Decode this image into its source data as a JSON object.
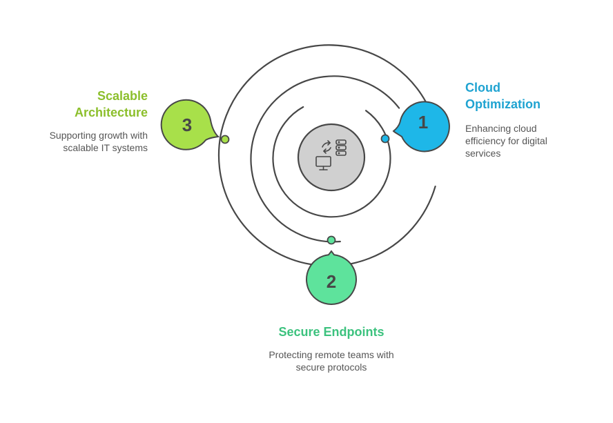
{
  "colors": {
    "cloud": "#1eb7e8",
    "cloud_text": "#1fa3d1",
    "endpoint": "#5ee39c",
    "endpoint_text": "#3cc27e",
    "scalable": "#a8e04a",
    "scalable_text": "#8cbf2c",
    "ring": "#474747",
    "center_fill": "#d0d0d0"
  },
  "icons": {
    "center": "sync-server-monitor-icon"
  },
  "items": [
    {
      "number": "1",
      "title_lines": [
        "Cloud",
        "Optimization"
      ],
      "desc_lines": [
        "Enhancing cloud",
        "efficiency for digital",
        "services"
      ]
    },
    {
      "number": "2",
      "title_lines": [
        "Secure Endpoints"
      ],
      "desc_lines": [
        "Protecting remote teams with",
        "secure protocols"
      ]
    },
    {
      "number": "3",
      "title_lines": [
        "Scalable",
        "Architecture"
      ],
      "desc_lines": [
        "Supporting growth with",
        "scalable IT systems"
      ]
    }
  ]
}
